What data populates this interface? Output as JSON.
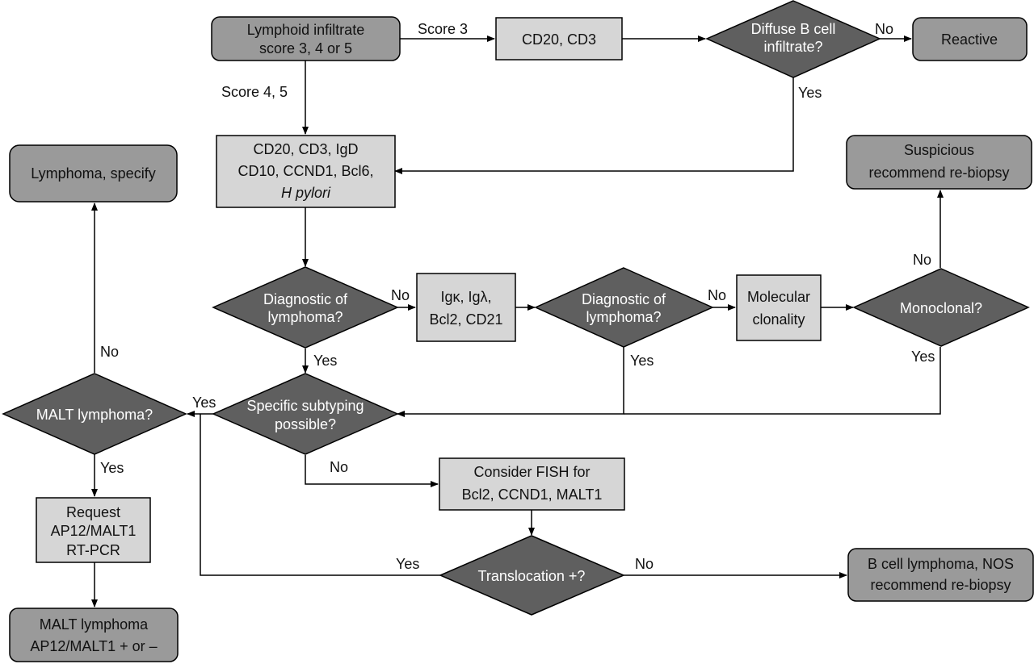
{
  "colors": {
    "rounded_box_fill": "#9a9a9a",
    "process_box_fill": "#d6d6d6",
    "decision_fill": "#5f5f5f",
    "line": "#000000"
  },
  "nodes": {
    "lymphoid_infiltrate": [
      "Lymphoid infiltrate",
      "score 3, 4 or 5"
    ],
    "cd20_cd3": [
      "CD20, CD3"
    ],
    "diffuse_b_cell": [
      "Diffuse B cell",
      "infiltrate?"
    ],
    "reactive": [
      "Reactive"
    ],
    "ihc_panel": [
      "CD20, CD3, IgD",
      "CD10, CCND1, Bcl6,",
      "H pylori"
    ],
    "lymphoma_specify": [
      "Lymphoma, specify"
    ],
    "suspicious": [
      "Suspicious",
      "recommend re-biopsy"
    ],
    "diagnostic_1": [
      "Diagnostic of",
      "lymphoma?"
    ],
    "ig_panel": [
      "Igκ, Igλ,",
      "Bcl2, CD21"
    ],
    "diagnostic_2": [
      "Diagnostic of",
      "lymphoma?"
    ],
    "molecular_clonality": [
      "Molecular",
      "clonality"
    ],
    "monoclonal": [
      "Monoclonal?"
    ],
    "malt_lymphoma_q": [
      "MALT lymphoma?"
    ],
    "specific_subtyping": [
      "Specific subtyping",
      "possible?"
    ],
    "fish": [
      "Consider FISH for",
      "Bcl2, CCND1, MALT1"
    ],
    "request_rtpcr": [
      "Request",
      "AP12/MALT1",
      "RT-PCR"
    ],
    "translocation": [
      "Translocation +?"
    ],
    "b_cell_nos": [
      "B cell lymphoma, NOS",
      "recommend re-biopsy"
    ],
    "malt_result": [
      "MALT lymphoma",
      "AP12/MALT1 + or –"
    ]
  },
  "edge_labels": {
    "score_3": "Score 3",
    "score_4_5": "Score 4, 5",
    "diffuse_no": "No",
    "diffuse_yes": "Yes",
    "diag1_no": "No",
    "diag1_yes": "Yes",
    "diag2_no": "No",
    "diag2_yes": "Yes",
    "mono_no": "No",
    "mono_yes": "Yes",
    "malt_no": "No",
    "malt_yes": "Yes",
    "subtyping_yes": "Yes",
    "subtyping_no": "No",
    "transloc_yes": "Yes",
    "transloc_no": "No"
  }
}
